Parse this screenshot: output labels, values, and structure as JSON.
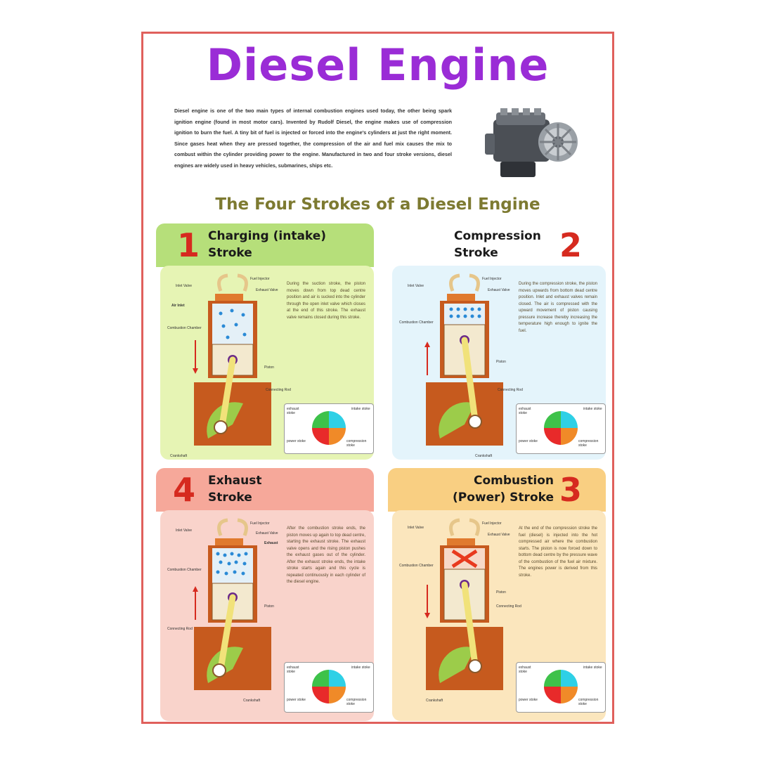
{
  "poster": {
    "title": "Diesel Engine",
    "intro": "Diesel engine is one of the two main types of internal combustion engines used today, the other being spark ignition engine (found in most motor cars). Invented by Rudolf Diesel, the engine makes use of compression ignition to burn the fuel. A tiny bit of fuel is injected or forced into the engine's cylinders at just the right moment. Since gases heat when they are pressed together, the compression of the air and fuel mix causes the mix to combust within the cylinder providing power to the engine. Manufactured in two and four stroke versions, diesel engines are widely used in heavy vehicles, submarines, ships etc.",
    "subtitle": "The Four Strokes of a Diesel Engine",
    "footer": "",
    "corner": ""
  },
  "colors": {
    "title": "#9a2cd6",
    "subtitle": "#7d7a31",
    "number": "#d62a1f",
    "border": "#e0605c"
  },
  "legend": {
    "exhaust": "exhaust stoke",
    "intake": "intake stoke",
    "power": "power stoke",
    "compression": "compression stoke"
  },
  "labels": {
    "inlet_valve": "Inlet Valve",
    "fuel_injector": "Fuel Injector",
    "exhaust_valve": "Exhaust Valve",
    "air_inlet": "Air Inlet",
    "combustion_chamber": "Combustion Chamber",
    "piston": "Piston",
    "connecting_rod": "Connecting Rod",
    "crankshaft": "Crankshaft",
    "exhaust": "Exhaust"
  },
  "panels": [
    {
      "number": "1",
      "title_line1": "Charging (intake)",
      "title_line2": "Stroke",
      "description": "During the suction stroke, the piston moves down from top dead centre position and air is sucked into the cylinder through the open inlet valve which closes at the end of this stroke. The exhaust valve remains closed during this stroke."
    },
    {
      "number": "2",
      "title_line1": "Compression",
      "title_line2": "Stroke",
      "description": "During the compression stroke, the piston moves upwards from bottom dead centre position. Inlet and exhaust valves remain closed. The air is compressed with the upward movement of piston causing pressure increase thereby increasing the temperature high enough to ignite the fuel."
    },
    {
      "number": "4",
      "title_line1": "Exhaust",
      "title_line2": "Stroke",
      "description": "After the combustion stroke ends, the piston moves up again to top dead centre, starting the exhaust stroke. The exhaust valve opens and the rising piston pushes the exhaust gases out of the cylinder. After the exhaust stroke ends, the intake stroke starts again and this cycle is repeated continuously in each cylinder of the diesel engine."
    },
    {
      "number": "3",
      "title_line1": "Combustion",
      "title_line2": "(Power) Stroke",
      "description": "At the end of the compression stroke the fuel (diesel) is injected into the hot compressed air where the combustion starts. The piston is now forced down to bottom dead centre by the pressure wave of the combustion of the fuel air mixture. The engines power is derived from this stroke."
    }
  ]
}
